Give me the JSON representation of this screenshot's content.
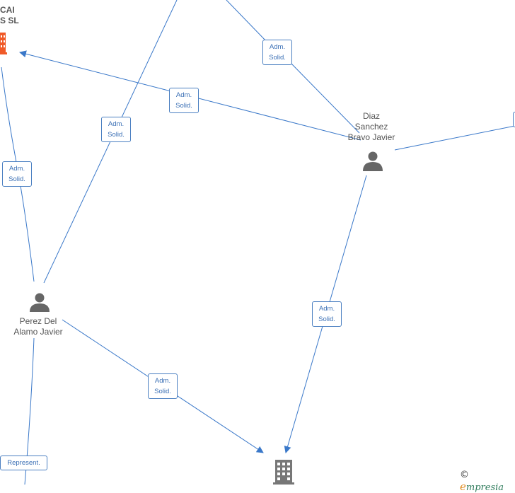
{
  "nodes": {
    "company_top_left": {
      "label": "CAI\nS  SL",
      "type": "company",
      "color": "#f05a28"
    },
    "diaz": {
      "label": "Diaz\nSanchez\nBravo Javier",
      "type": "person"
    },
    "perez": {
      "label": "Perez Del\nAlamo Javier",
      "type": "person"
    },
    "company_bottom": {
      "label": "",
      "type": "company",
      "color": "#777777"
    }
  },
  "edges": {
    "e1": "Adm.\nSolid.",
    "e2": "Adm.\nSolid.",
    "e3": "Adm.\nSolid.",
    "e4": "Adm.\nSolid.",
    "e5": "Adm.\nSolid.",
    "e6": "Adm.\nSolid.",
    "e7": "Represent."
  },
  "colors": {
    "edge": "#3a78c9",
    "person_icon": "#666666",
    "company_accent": "#f05a28"
  },
  "watermark": {
    "copyright": "©",
    "brand_initial": "e",
    "brand_rest": "mpresia"
  }
}
